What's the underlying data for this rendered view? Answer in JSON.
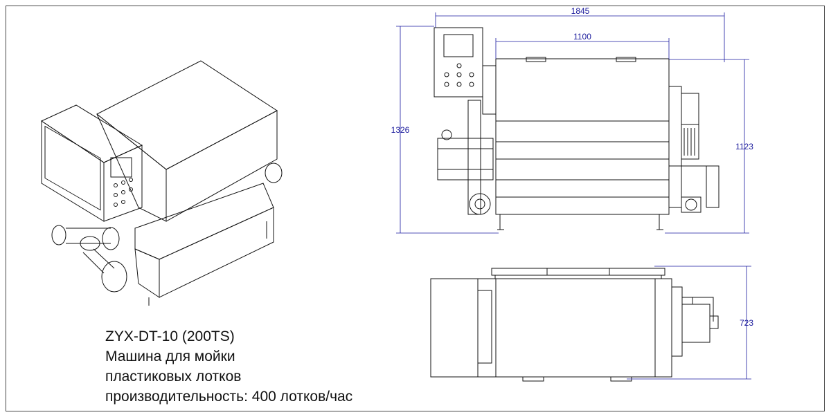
{
  "caption": {
    "model": "ZYX-DT-10 (200TS)",
    "line1": "Машина для мойки",
    "line2": "пластиковых лотков",
    "line3": "производительность: 400 лотков/час"
  },
  "dimensions": {
    "overall_length": "1845",
    "tank_length": "1100",
    "overall_height": "1326",
    "tank_height": "1123",
    "width": "723"
  },
  "colors": {
    "line": "#111111",
    "dimension": "#1a1aa0"
  }
}
